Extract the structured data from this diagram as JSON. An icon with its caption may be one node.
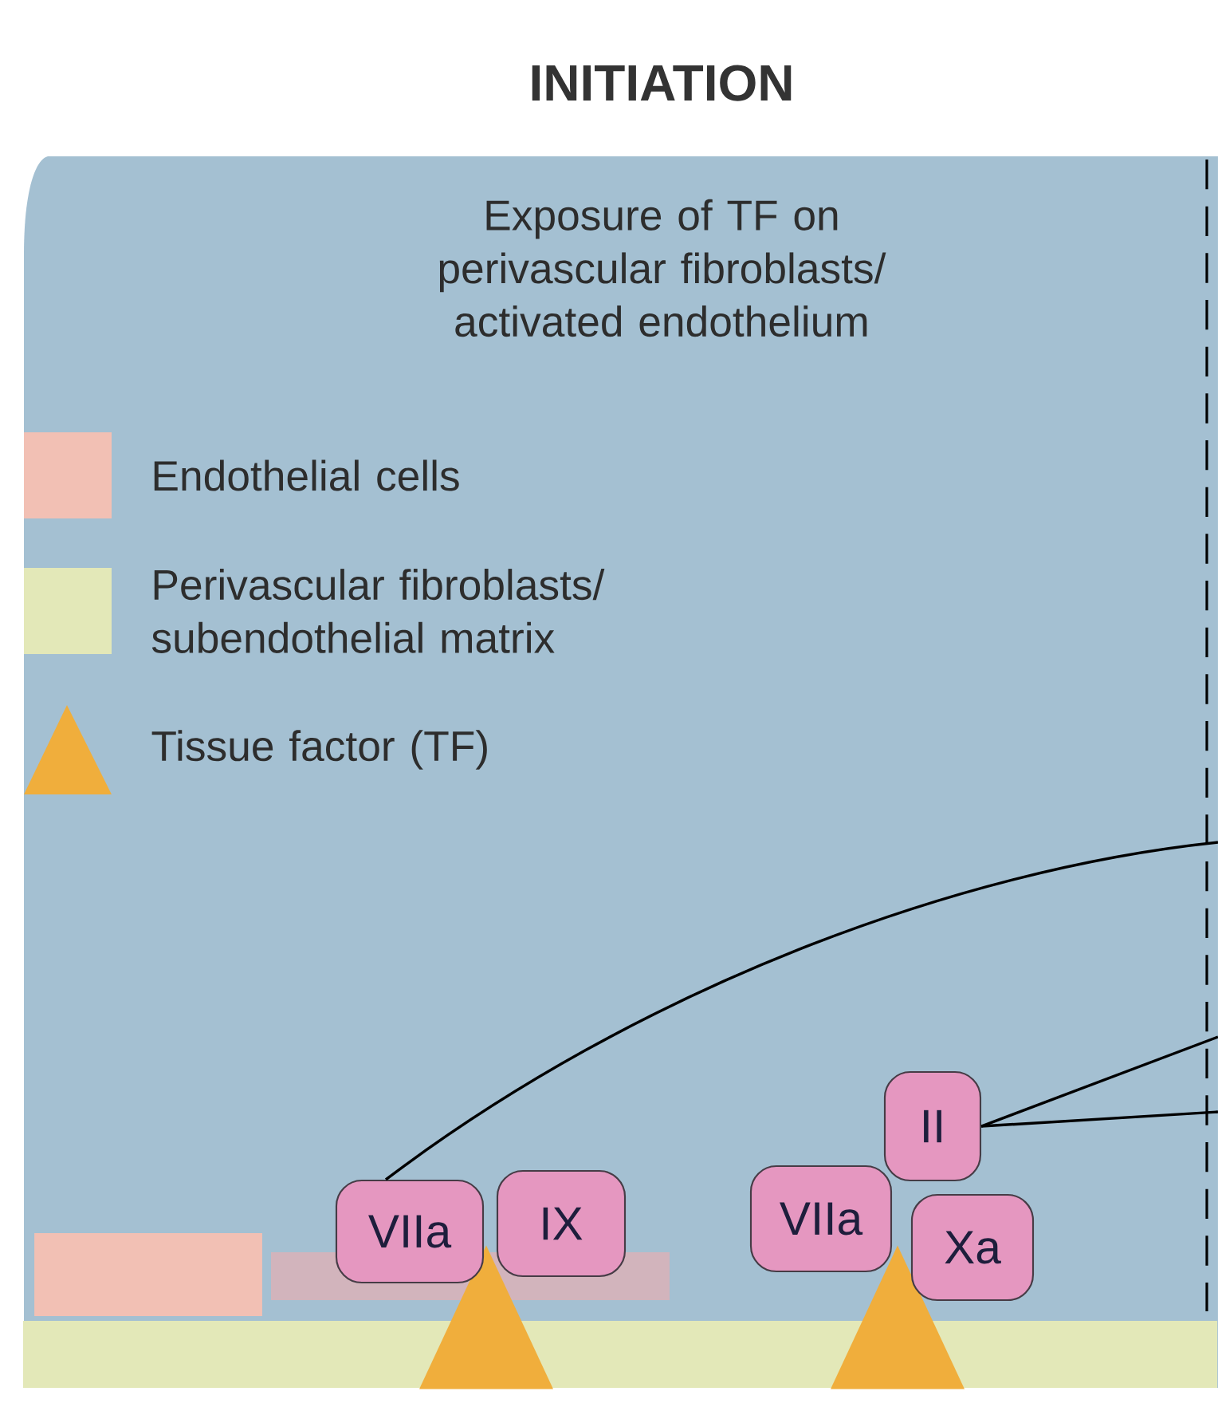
{
  "diagram": {
    "title": "INITIATION",
    "nodes": [
      {
        "text": [
          "VIIa"
        ]
      },
      {
        "text": [
          "IX"
        ]
      },
      {
        "text": [
          "VIIa"
        ]
      },
      {
        "text": [
          "II"
        ]
      },
      {
        "text": [
          "Xa"
        ]
      },
      {
        "text": [],
        "shape": "box"
      },
      {
        "text": [],
        "shape": "box"
      },
      {
        "text": [],
        "shape": "triangle"
      },
      {
        "text": [],
        "shape": "triangle"
      },
      {
        "text": [],
        "shape": "bar"
      }
    ],
    "edges": [
      {
        "from": 0,
        "to": null,
        "arrow": "none"
      },
      {
        "from": 3,
        "to": null,
        "arrow": "none"
      },
      {
        "from": 3,
        "to": null,
        "arrow": "none"
      }
    ],
    "labels": [
      "Exposure of TF on perivascular fibroblasts/ activated endothelium"
    ],
    "legend": [
      {
        "text": "Endothelial cells",
        "color": "#f2c0b4"
      },
      {
        "text": "Perivascular fibroblasts/ subendothelial matrix",
        "color": "#e3e8b8"
      },
      {
        "text": "Tissue factor (TF)"
      }
    ]
  }
}
